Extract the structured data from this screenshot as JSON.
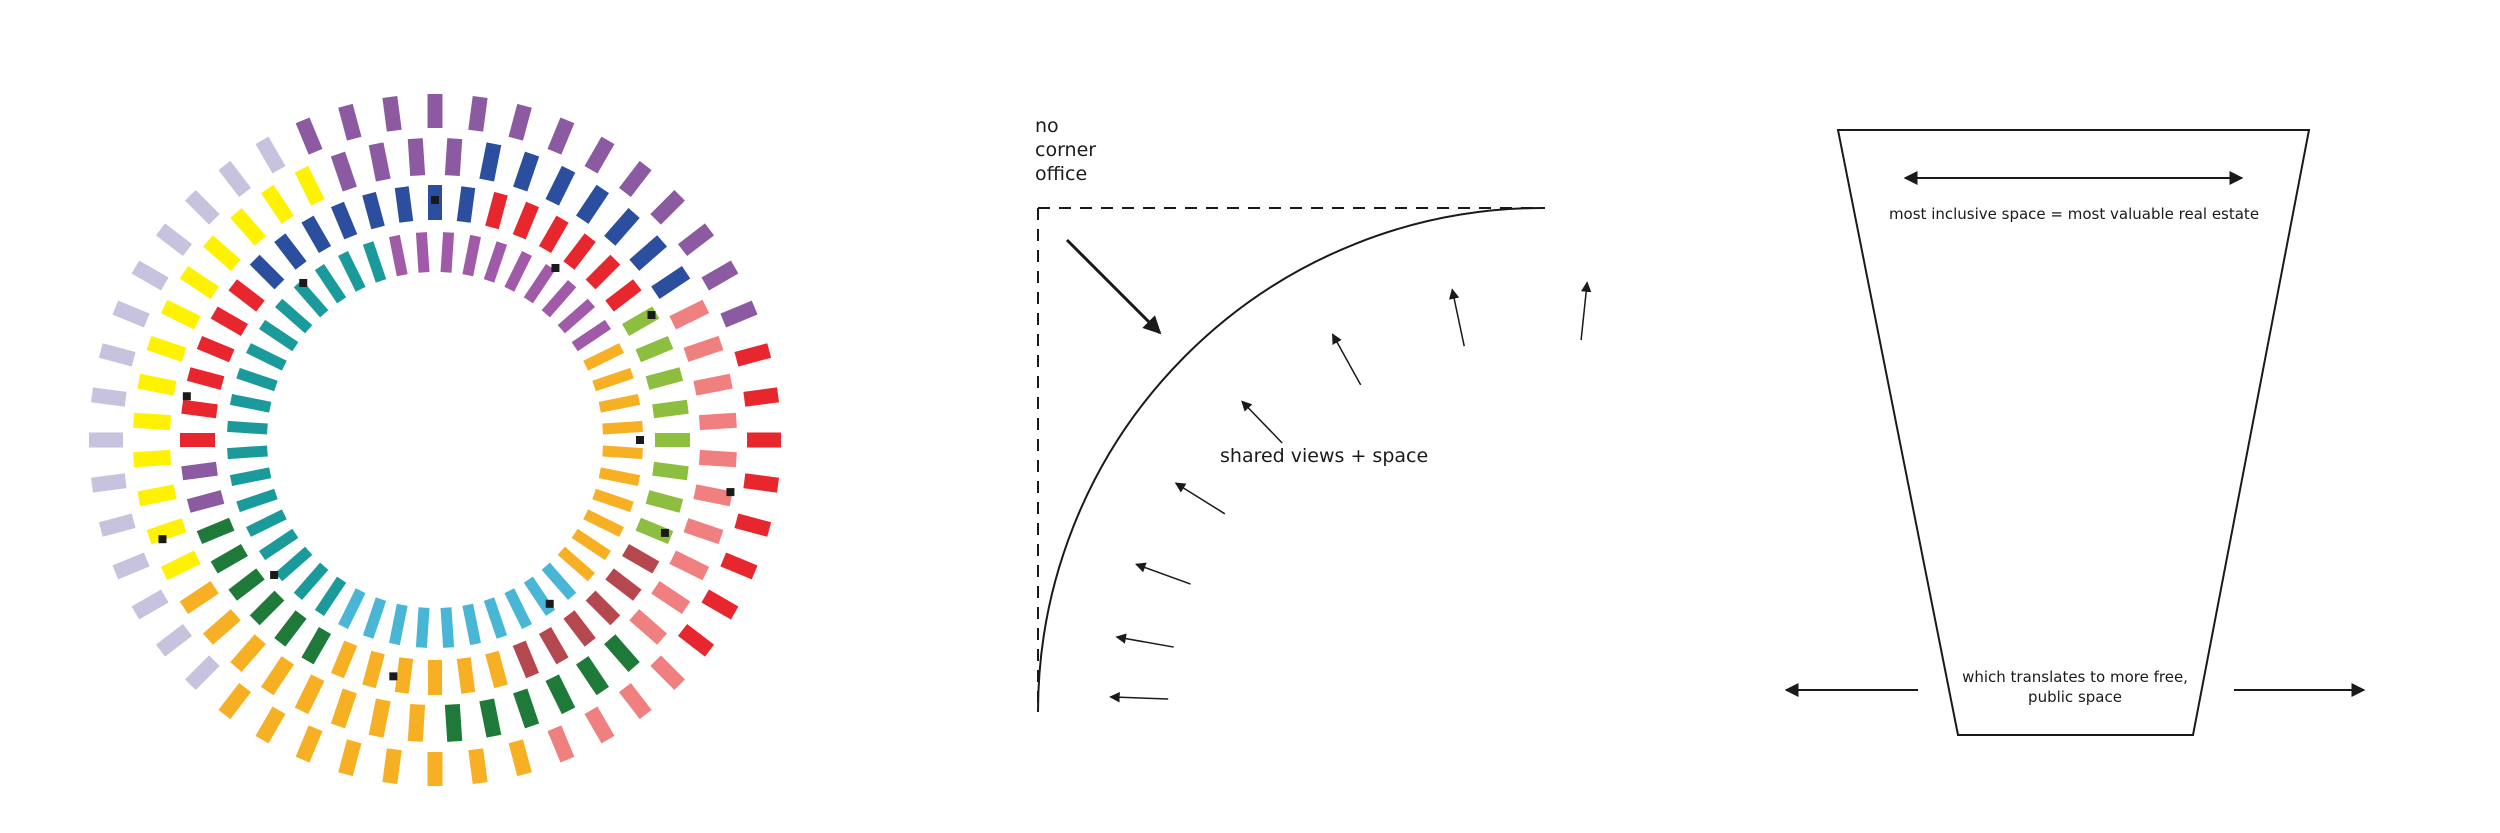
{
  "ring_diagram": {
    "rings": [
      {
        "name": "outer",
        "segments": [
          {
            "color": "#c7c2de",
            "span": 9
          },
          {
            "color": "#8b5aa0",
            "span": 13
          },
          {
            "color": "#e7262d",
            "span": 8
          },
          {
            "color": "#f08080",
            "span": 4
          },
          {
            "color": "#f7b023",
            "span": 8
          },
          {
            "color": "#c7c2de",
            "span": 2
          }
        ]
      },
      {
        "name": "ring-3",
        "segments": [
          {
            "color": "#fff200",
            "span": 9
          },
          {
            "color": "#8b5aa0",
            "span": 4
          },
          {
            "color": "#2b4f9e",
            "span": 7
          },
          {
            "color": "#f08080",
            "span": 10
          },
          {
            "color": "#1f7a3a",
            "span": 6
          },
          {
            "color": "#f7b023",
            "span": 8
          }
        ]
      },
      {
        "name": "ring-2",
        "segments": [
          {
            "color": "#e7262d",
            "span": 6
          },
          {
            "color": "#2b4f9e",
            "span": 8
          },
          {
            "color": "#e7262d",
            "span": 6
          },
          {
            "color": "#8dbe3f",
            "span": 8
          },
          {
            "color": "#b5474f",
            "span": 6
          },
          {
            "color": "#f7b023",
            "span": 6
          },
          {
            "color": "#1f7a3a",
            "span": 6
          },
          {
            "color": "#8b5aa0",
            "span": 4
          }
        ]
      },
      {
        "name": "inner",
        "segments": [
          {
            "color": "#1a9a9a",
            "span": 10
          },
          {
            "color": "#a05aa8",
            "span": 10
          },
          {
            "color": "#f7b023",
            "span": 10
          },
          {
            "color": "#49b6d6",
            "span": 10
          }
        ]
      }
    ]
  },
  "corner_diagram": {
    "title_lines": [
      "no",
      "corner",
      "office"
    ],
    "caption": "shared views + space"
  },
  "trapezoid_diagram": {
    "top_caption": "most inclusive space = most valuable real estate",
    "bottom_lines": [
      "which translates to more free,",
      "public space"
    ]
  },
  "colors": {
    "ink": "#1a1a1a",
    "background": "#ffffff"
  }
}
